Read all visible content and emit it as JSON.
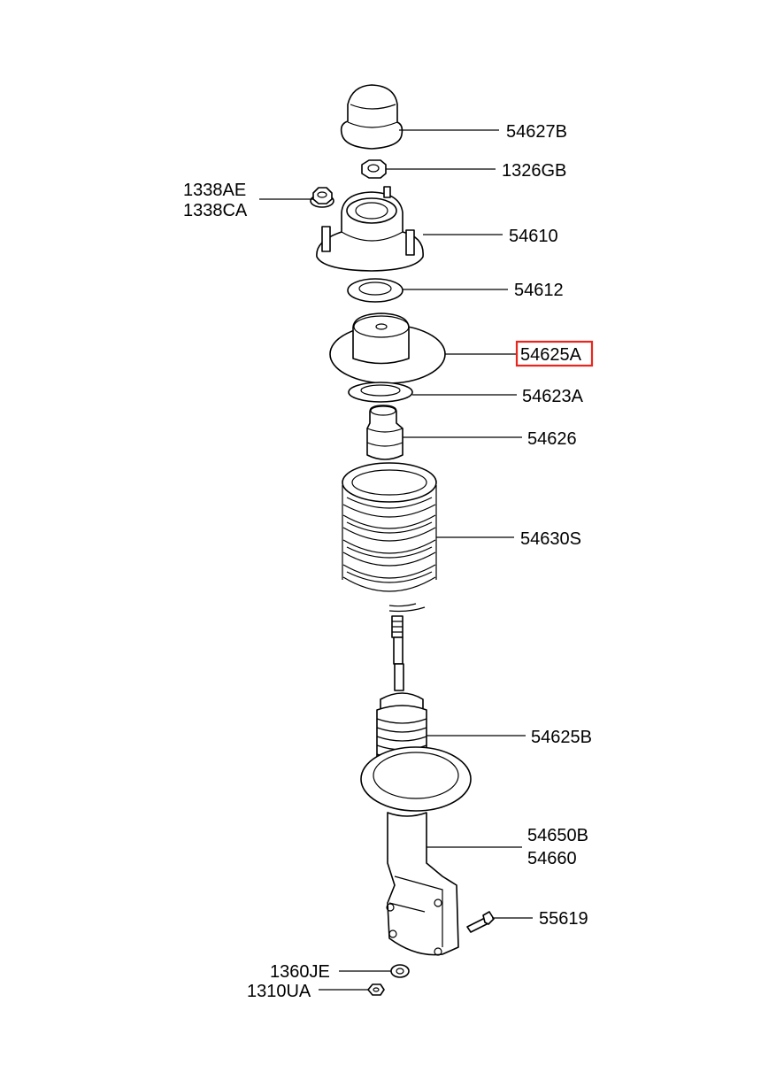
{
  "diagram": {
    "labels": {
      "top_cap": "54627B",
      "top_nut": "1326GB",
      "mount_nut_1": "1338AE",
      "mount_nut_2": "1338CA",
      "strut_mount": "54610",
      "bearing": "54612",
      "upper_seat": "54625A",
      "upper_pad": "54623A",
      "bump_stopper": "54626",
      "coil_spring": "54630S",
      "dust_cover": "54625B",
      "strut_1": "54650B",
      "strut_2": "54660",
      "bracket_bolt": "55619",
      "washer": "1360JE",
      "bottom_nut": "1310UA"
    },
    "highlight_color": "#e8261e"
  }
}
